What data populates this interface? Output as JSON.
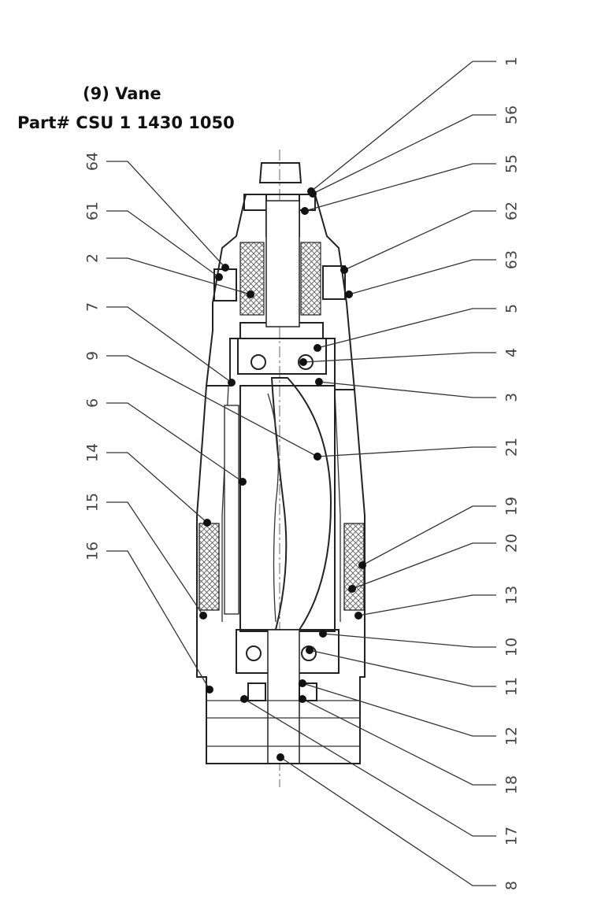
{
  "header": {
    "title": "(9) Vane",
    "part_number": "Part# CSU 1 1430 1050"
  },
  "callouts_right": [
    "1",
    "56",
    "55",
    "62",
    "63",
    "5",
    "4",
    "3",
    "21",
    "19",
    "20",
    "13",
    "10",
    "11",
    "12",
    "18",
    "17",
    "8"
  ],
  "callouts_left": [
    "64",
    "61",
    "2",
    "7",
    "9",
    "6",
    "14",
    "15",
    "16"
  ]
}
